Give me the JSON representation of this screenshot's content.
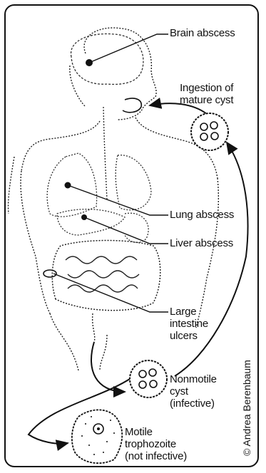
{
  "labels": {
    "brain": "Brain abscess",
    "ingestion": [
      "Ingestion of",
      "mature cyst"
    ],
    "lung": "Lung abscess",
    "liver": "Liver abscess",
    "intestine": [
      "Large",
      "intestine",
      "ulcers"
    ],
    "nonmotile": [
      "Nonmotile",
      "cyst",
      "(infective)"
    ],
    "motile": [
      "Motile",
      "trophozoite",
      "(not infective)"
    ]
  },
  "credit": "© Andrea Berenbaum"
}
